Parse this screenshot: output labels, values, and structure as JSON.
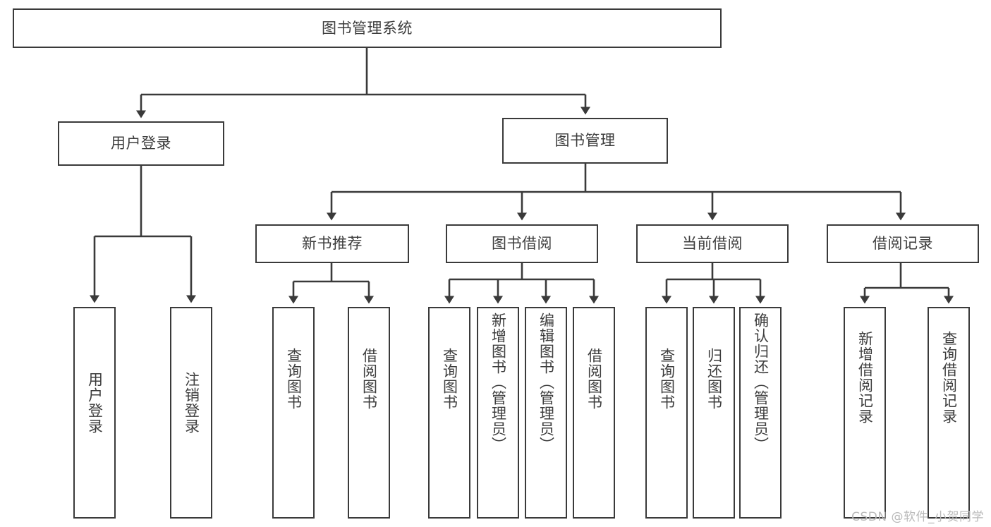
{
  "diagram": {
    "type": "tree",
    "title": "图书管理系统",
    "root": {
      "label": "图书管理系统",
      "children": [
        {
          "label": "用户登录",
          "children": [
            {
              "label": "用户登录"
            },
            {
              "label": "注销登录"
            }
          ]
        },
        {
          "label": "图书管理",
          "children": [
            {
              "label": "新书推荐",
              "children": [
                {
                  "label": "查询图书"
                },
                {
                  "label": "借阅图书"
                }
              ]
            },
            {
              "label": "图书借阅",
              "children": [
                {
                  "label": "查询图书"
                },
                {
                  "label": "新增图书（管理员）"
                },
                {
                  "label": "编辑图书（管理员）"
                },
                {
                  "label": "借阅图书"
                }
              ]
            },
            {
              "label": "当前借阅",
              "children": [
                {
                  "label": "查询图书"
                },
                {
                  "label": "归还图书"
                },
                {
                  "label": "确认归还（管理员）"
                }
              ]
            },
            {
              "label": "借阅记录",
              "children": [
                {
                  "label": "新增借阅记录"
                },
                {
                  "label": "查询借阅记录"
                }
              ]
            }
          ]
        }
      ]
    }
  },
  "nodes": {
    "root": "图书管理系统",
    "l1_user_login": "用户登录",
    "l1_book_mgmt": "图书管理",
    "l2_new_book": "新书推荐",
    "l2_borrow": "图书借阅",
    "l2_current": "当前借阅",
    "l2_records": "借阅记录",
    "l3_user_login": "用户登录",
    "l3_logout": "注销登录",
    "l3_nb_query": "查询图书",
    "l3_nb_borrow": "借阅图书",
    "l3_bb_query": "查询图书",
    "l3_bb_add": "新增图书（管理员）",
    "l3_bb_edit": "编辑图书（管理员）",
    "l3_bb_borrow": "借阅图书",
    "l3_cb_query": "查询图书",
    "l3_cb_return": "归还图书",
    "l3_cb_confirm": "确认归还（管理员）",
    "l3_rec_add": "新增借阅记录",
    "l3_rec_query": "查询借阅记录"
  },
  "watermark": "CSDN @软件_小贺同学",
  "colors": {
    "border": "#3a3a3a",
    "text": "#3d3d3d",
    "background": "#ffffff",
    "watermark": "#b9b9b9"
  }
}
